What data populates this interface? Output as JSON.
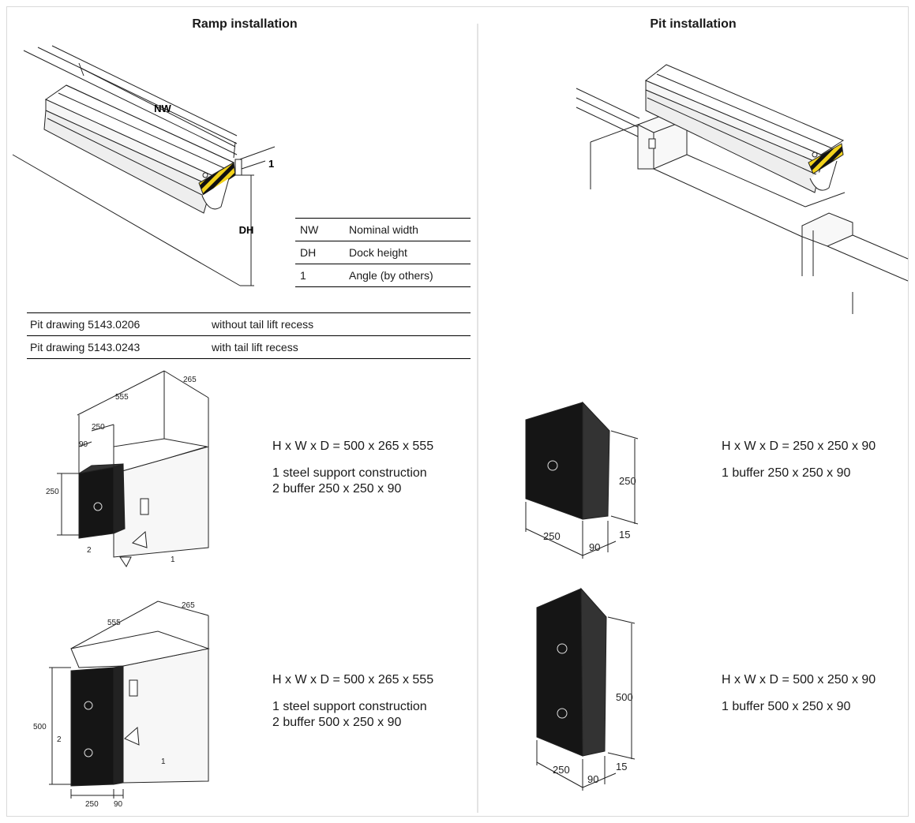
{
  "headings": {
    "ramp": "Ramp installation",
    "pit": "Pit installation"
  },
  "ramp_drawing": {
    "label_nw": "NW",
    "label_dh": "DH",
    "label_1": "1"
  },
  "legend": [
    {
      "key": "NW",
      "value": "Nominal width"
    },
    {
      "key": "DH",
      "value": "Dock height"
    },
    {
      "key": "1",
      "value": "Angle (by others)"
    }
  ],
  "pit_drawings": [
    {
      "drawing": "Pit drawing 5143.0206",
      "description": "without tail lift recess"
    },
    {
      "drawing": "Pit drawing 5143.0243",
      "description": "with tail lift recess"
    }
  ],
  "dims_a": {
    "d555": "555",
    "d265": "265",
    "d250": "250",
    "d90": "90",
    "h250": "250",
    "c2": "2",
    "c1": "1"
  },
  "dims_b": {
    "d555": "555",
    "d265": "265",
    "h500": "500",
    "c2": "2",
    "c1": "1",
    "w250": "250",
    "w90": "90"
  },
  "dims_c": {
    "h250": "250",
    "w250": "250",
    "d90": "90",
    "d15": "15"
  },
  "dims_d": {
    "h500": "500",
    "w250": "250",
    "d90": "90",
    "d15": "15"
  },
  "specs": {
    "ramp_small": {
      "hwd": "H x W x D = 500 x 265 x 555",
      "line1": "1 steel support construction",
      "line2": "2 buffer 250 x 250 x 90"
    },
    "ramp_large": {
      "hwd": "H x W x D = 500 x 265 x 555",
      "line1": "1 steel support construction",
      "line2": "2 buffer 500 x 250 x 90"
    },
    "pit_small": {
      "hwd": "H x W x D = 250 x 250 x 90",
      "line1": "1 buffer 250 x 250 x 90"
    },
    "pit_large": {
      "hwd": "H x W x D = 500 x 250 x 90",
      "line1": "1 buffer 500 x 250 x 90"
    }
  }
}
